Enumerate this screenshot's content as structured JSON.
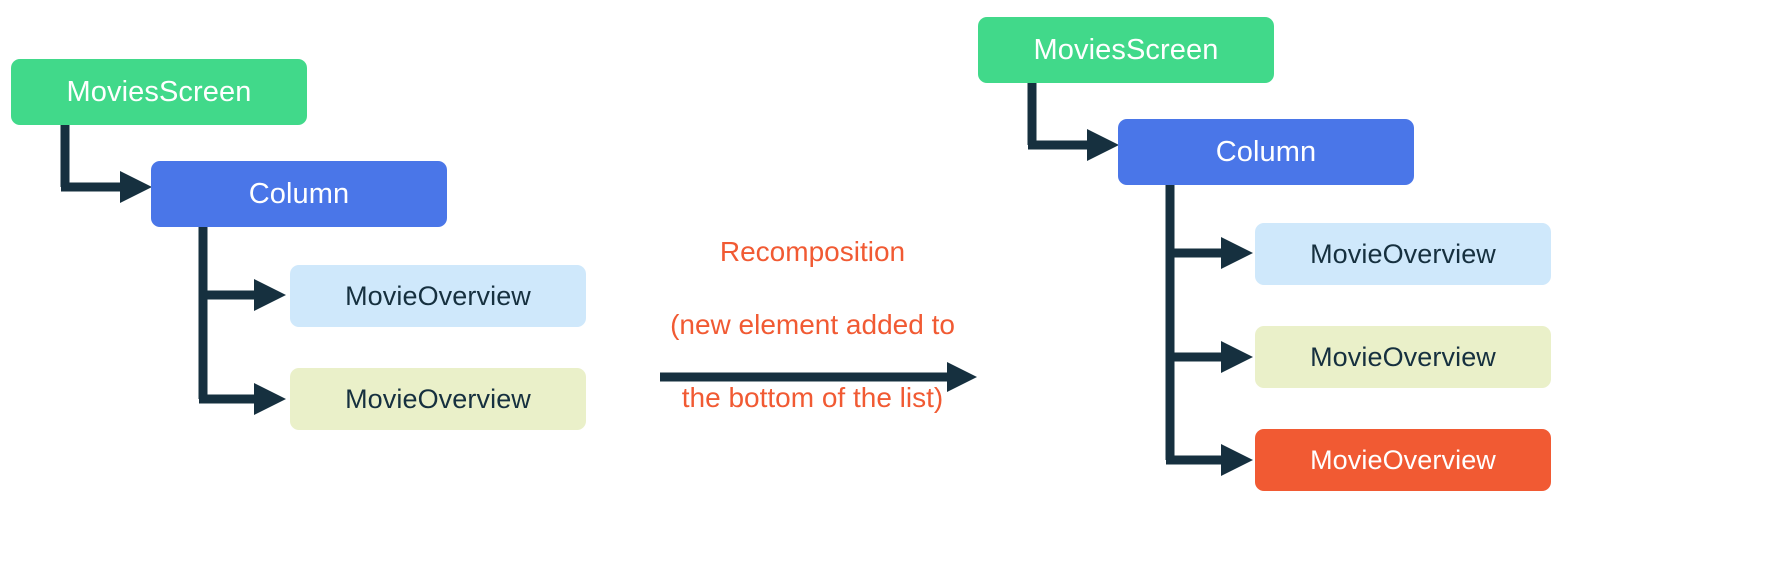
{
  "diagram": {
    "title_text_color": "#f15a33",
    "connector_color": "#16303f",
    "colors": {
      "screen_green": "#41d98a",
      "column_blue": "#4a76e8",
      "overview_light_blue": "#cfe8fb",
      "overview_lime": "#eaf0c9",
      "overview_orange": "#f15a33",
      "connector": "#16303f",
      "caption": "#f15a33",
      "background": "#ffffff"
    },
    "transition": {
      "label_line1": "Recomposition",
      "label_line2": "(new element added to",
      "label_line3": "the bottom of the list)",
      "arrow_icon": "right-arrow-icon"
    },
    "before": {
      "root": {
        "label": "MoviesScreen"
      },
      "column": {
        "label": "Column"
      },
      "children": [
        {
          "label": "MovieOverview",
          "color": "light-blue"
        },
        {
          "label": "MovieOverview",
          "color": "lime"
        }
      ]
    },
    "after": {
      "root": {
        "label": "MoviesScreen"
      },
      "column": {
        "label": "Column"
      },
      "children": [
        {
          "label": "MovieOverview",
          "color": "light-blue"
        },
        {
          "label": "MovieOverview",
          "color": "lime"
        },
        {
          "label": "MovieOverview",
          "color": "orange"
        }
      ]
    }
  }
}
